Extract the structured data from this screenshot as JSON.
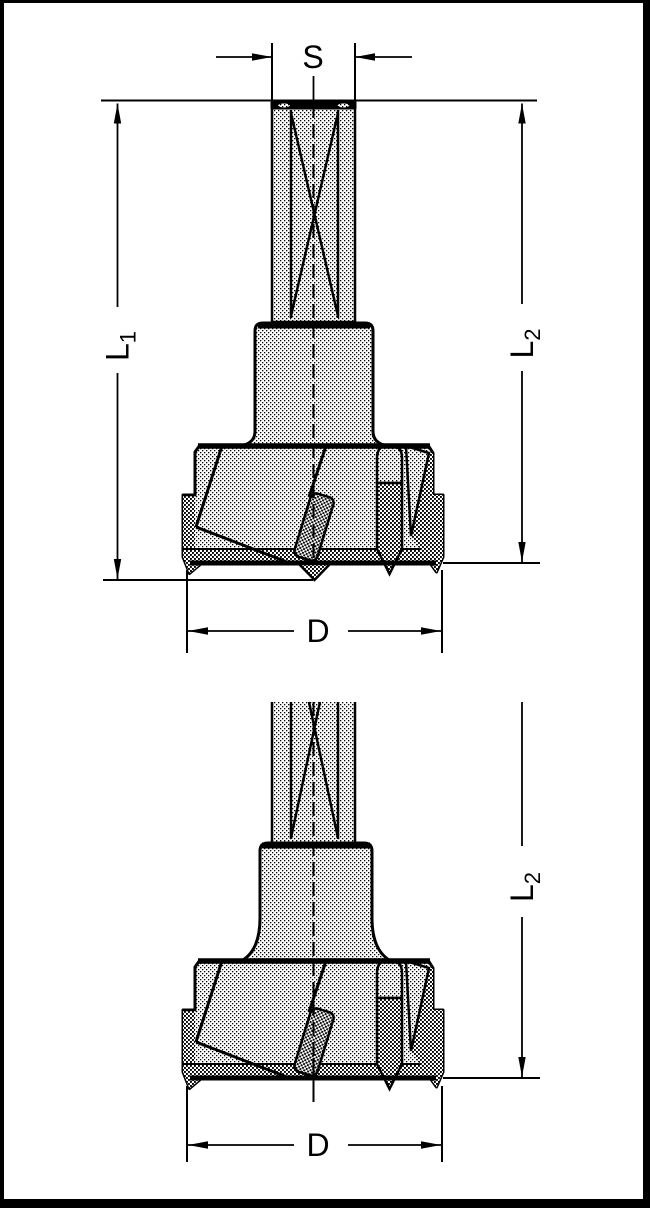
{
  "drawing": {
    "kind": "technical-dimension-drawing",
    "figures": {
      "top": {
        "dimensions_shown": [
          "S",
          "L1",
          "L2",
          "D"
        ]
      },
      "bottom": {
        "dimensions_shown": [
          "L2",
          "D"
        ]
      }
    }
  },
  "dimensions": {
    "shank_diameter": {
      "label": "S"
    },
    "total_length": {
      "base": "L",
      "sub": "1"
    },
    "working_length": {
      "base": "L",
      "sub": "2"
    },
    "cutting_diameter": {
      "label": "D"
    }
  },
  "colors": {
    "line_color": "#000000",
    "background": "#ffffff",
    "halftone_light": "#d6d6d6",
    "halftone_dark": "#9e9e9e"
  }
}
